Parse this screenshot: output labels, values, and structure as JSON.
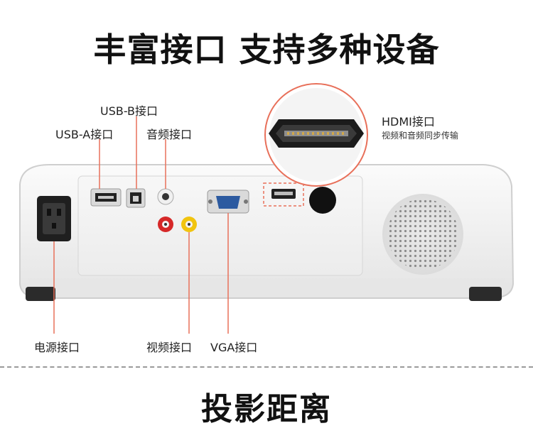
{
  "header": {
    "title": "丰富接口 支持多种设备"
  },
  "ports": {
    "usb_b": "USB-B接口",
    "usb_a": "USB-A接口",
    "audio": "音频接口",
    "hdmi": "HDMI接口",
    "hdmi_desc": "视频和音频同步传输",
    "power": "电源接口",
    "video": "视频接口",
    "vga": "VGA接口"
  },
  "section2": {
    "title": "投影距离"
  },
  "colors": {
    "callout_line": "#e8705a",
    "projector_body": "#f2f2f2"
  }
}
